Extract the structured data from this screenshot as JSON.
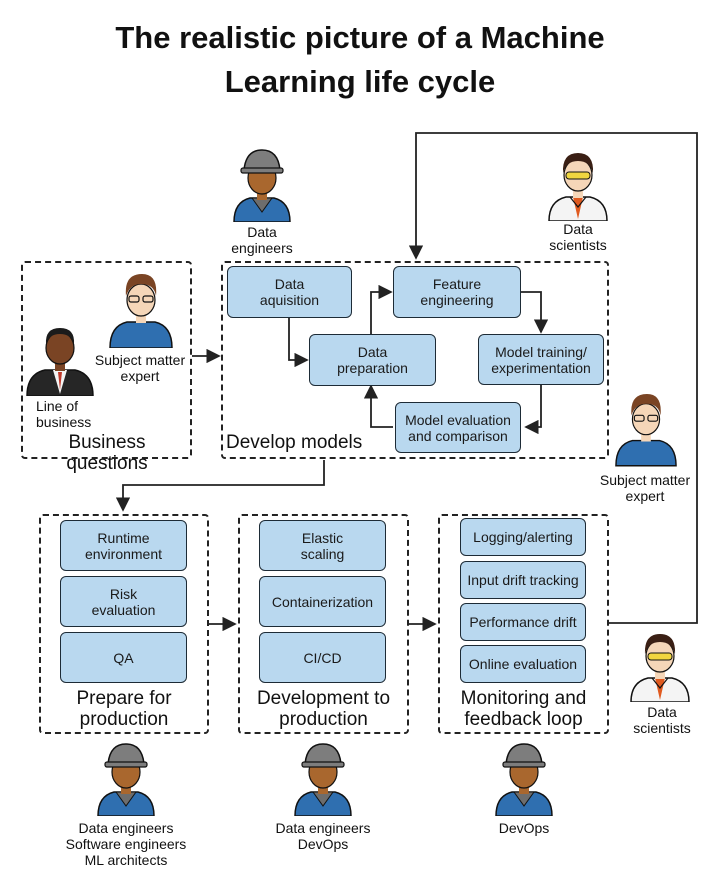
{
  "title_line1": "The realistic picture of a Machine",
  "title_line2": "Learning life cycle",
  "sections": {
    "business": "Business questions",
    "develop": "Develop models",
    "prepare": "Prepare for\nproduction",
    "deploy": "Development to\nproduction",
    "monitor": "Monitoring and\nfeedback loop"
  },
  "boxes": {
    "data_aquisition": "Data\naquisition",
    "feature_engineering": "Feature\nengineering",
    "data_preparation": "Data\npreparation",
    "model_training": "Model training/\nexperimentation",
    "model_evaluation": "Model evaluation\nand comparison",
    "runtime_environment": "Runtime\nenvironment",
    "risk_evaluation": "Risk\nevaluation",
    "qa": "QA",
    "elastic_scaling": "Elastic\nscaling",
    "containerization": "Containerization",
    "ci_cd": "CI/CD",
    "logging_alerting": "Logging/alerting",
    "input_drift": "Input drift tracking",
    "performance_drift": "Performance drift",
    "online_evaluation": "Online evaluation"
  },
  "people": {
    "data_engineers_top": "Data\nengineers",
    "data_scientists_top": "Data\nscientists",
    "line_of_business": "Line of\nbusiness",
    "sme_left": "Subject matter\nexpert",
    "sme_right": "Subject matter\nexpert",
    "data_scientists_right": "Data\nscientists",
    "prepare_team": "Data engineers\nSoftware engineers\nML architects",
    "deploy_team": "Data engineers\nDevOps",
    "monitor_team": "DevOps"
  },
  "colors": {
    "box_fill": "#b9d8ef",
    "worker_shirt": "#2f6fb0",
    "helmet": "#7d7d7d",
    "skin_dark": "#a9672e",
    "skin_light": "#f5d6b8"
  }
}
